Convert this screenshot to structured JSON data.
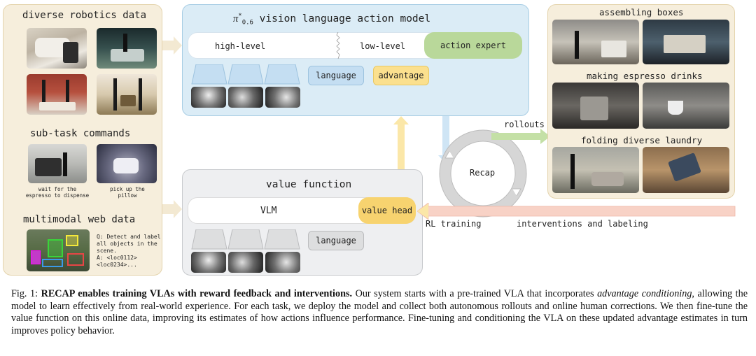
{
  "left": {
    "robotics_title": "diverse robotics data",
    "subtask_title": "sub-task commands",
    "subtask_captions": [
      "wait for the espresso to dispense",
      "pick up the pillow"
    ],
    "web_title": "multimodal web data",
    "web_q": "Q: Detect and label all objects in the scene.",
    "web_a": "A: <loc0112> <loc0234>..."
  },
  "vla": {
    "title_sym": "π",
    "title_sup": "*",
    "title_sub": "0.6",
    "title_rest": " vision language action model",
    "high_level": "high-level",
    "low_level": "low-level",
    "action_expert": "action expert",
    "language": "language",
    "advantage": "advantage"
  },
  "vf": {
    "title": "value function",
    "vlm": "VLM",
    "value_head": "value head",
    "language": "language"
  },
  "right": {
    "tasks": [
      "assembling boxes",
      "making espresso drinks",
      "folding diverse laundry"
    ]
  },
  "arrows": {
    "rollouts": "rollouts",
    "recap": "Recap",
    "rl_training": "RL training",
    "interventions": "interventions and labeling"
  },
  "caption": {
    "fig": "Fig. 1:",
    "bold": "RECAP enables training VLAs with reward feedback and interventions.",
    "t1": " Our system starts with a pre-trained VLA that incorporates ",
    "italic": "advantage conditioning",
    "t2": ", allowing the model to learn effectively from real-world experience. For each task, we deploy the model and collect both autonomous rollouts and online human corrections. We then fine-tune the value function on this online data, improving its estimates of how actions influence performance. Fine-tuning and conditioning the VLA on these updated advantage estimates in turn improves policy behavior."
  },
  "colors": {
    "tan_panel": "#f6eedc",
    "blue_panel": "#dbecf6",
    "gray_panel": "#eeeff1",
    "action_expert": "#b9d89a",
    "advantage": "#fbe08e",
    "language": "#c4def2",
    "value_head": "#f7d36f",
    "interventions_arrow": "#f8d2c6"
  }
}
